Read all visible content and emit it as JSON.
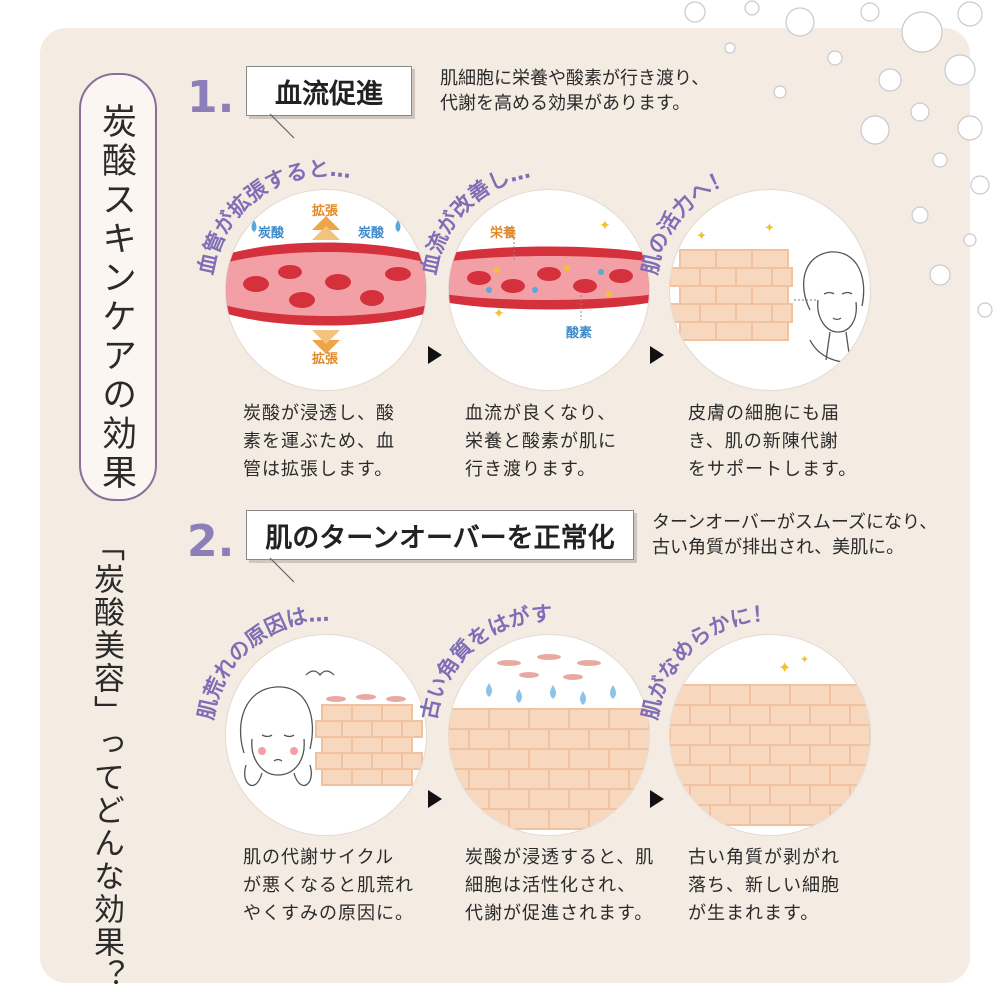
{
  "title": "炭酸スキンケアの効果",
  "subtitle": "「炭酸美容」ってどんな効果？",
  "sections": [
    {
      "number": "1.",
      "heading": "血流促進",
      "description": "肌細胞に栄養や酸素が行き渡り、\n代謝を高める効果があります。",
      "steps": [
        {
          "arc": "血管が拡張すると…",
          "caption": "炭酸が浸透し、酸\n素を運ぶため、血\n管は拡張します。",
          "labels": {
            "co2_left": "炭酸",
            "co2_right": "炭酸",
            "expand_top": "拡張",
            "expand_bottom": "拡張"
          }
        },
        {
          "arc": "血流が改善し…",
          "caption": "血流が良くなり、\n栄養と酸素が肌に\n行き渡ります。",
          "labels": {
            "nutrition": "栄養",
            "oxygen": "酸素"
          }
        },
        {
          "arc": "肌の活力へ！",
          "caption": "皮膚の細胞にも届\nき、肌の新陳代謝\nをサポートします。"
        }
      ]
    },
    {
      "number": "2.",
      "heading": "肌のターンオーバーを正常化",
      "description": "ターンオーバーがスムーズになり、\n古い角質が排出され、美肌に。",
      "steps": [
        {
          "arc": "肌荒れの原因は…",
          "caption": "肌の代謝サイクル\nが悪くなると肌荒れ\nやくすみの原因に。"
        },
        {
          "arc": "古い角質をはがす",
          "caption": "炭酸が浸透すると、肌\n細胞は活性化され、\n代謝が促進されます。"
        },
        {
          "arc": "肌がなめらかに！",
          "caption": "古い角質が剥がれ\n落ち、新しい細胞\nが生まれます。"
        }
      ]
    }
  ],
  "colors": {
    "panel": "#f4ebe3",
    "accent_purple": "#8c7fb9",
    "vessel_red": "#d5313d",
    "blood_pink": "#f2a0a6",
    "skin": "#f7d8bf",
    "co2_blue": "#5aa7d8",
    "expand_orange": "#eea54a"
  },
  "icons": [
    "bubble-icon",
    "arrow-right-icon",
    "sparkle-icon",
    "water-drop-icon"
  ]
}
